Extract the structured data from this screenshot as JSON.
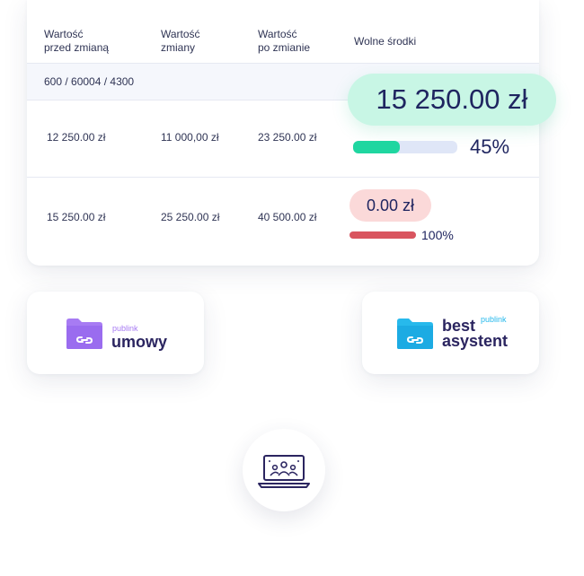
{
  "table": {
    "headers": [
      {
        "line1": "Wartość",
        "line2": "przed zmianą"
      },
      {
        "line1": "Wartość",
        "line2": "zmiany"
      },
      {
        "line1": "Wartość",
        "line2": "po zmianie"
      },
      {
        "line1": "Wolne środki",
        "line2": ""
      }
    ],
    "group_label": "600 / 60004 / 4300",
    "rows": [
      {
        "before": "12 250.00 zł",
        "change": "11 000,00 zł",
        "after": "23 250.00 zł",
        "free_funds": "15 250.00 zł",
        "percent_label": "45%",
        "percent_value": 0.45
      },
      {
        "before": "15 250.00 zł",
        "change": "25 250.00 zł",
        "after": "40 500.00 zł",
        "free_funds": "0.00 zł",
        "percent_label": "100%",
        "percent_value": 1.0
      }
    ]
  },
  "logos": {
    "umowy": {
      "small": "publink",
      "big": "umowy"
    },
    "best_asystent": {
      "small": "publink",
      "big_line1": "best",
      "big_line2": "asystent"
    }
  },
  "icons": {
    "laptop": "laptop-team-icon",
    "folder": "folder-link-icon"
  },
  "colors": {
    "accent_green": "#1fd6a0",
    "green_pill_bg": "#c8f6e5",
    "bar_track": "#dfe6f7",
    "red_bar": "#d9555f",
    "red_pill_bg": "#fbd9d9",
    "purple_logo": "#a77bf3",
    "blue_logo": "#27b9ec",
    "navy_text": "#1f2560"
  }
}
